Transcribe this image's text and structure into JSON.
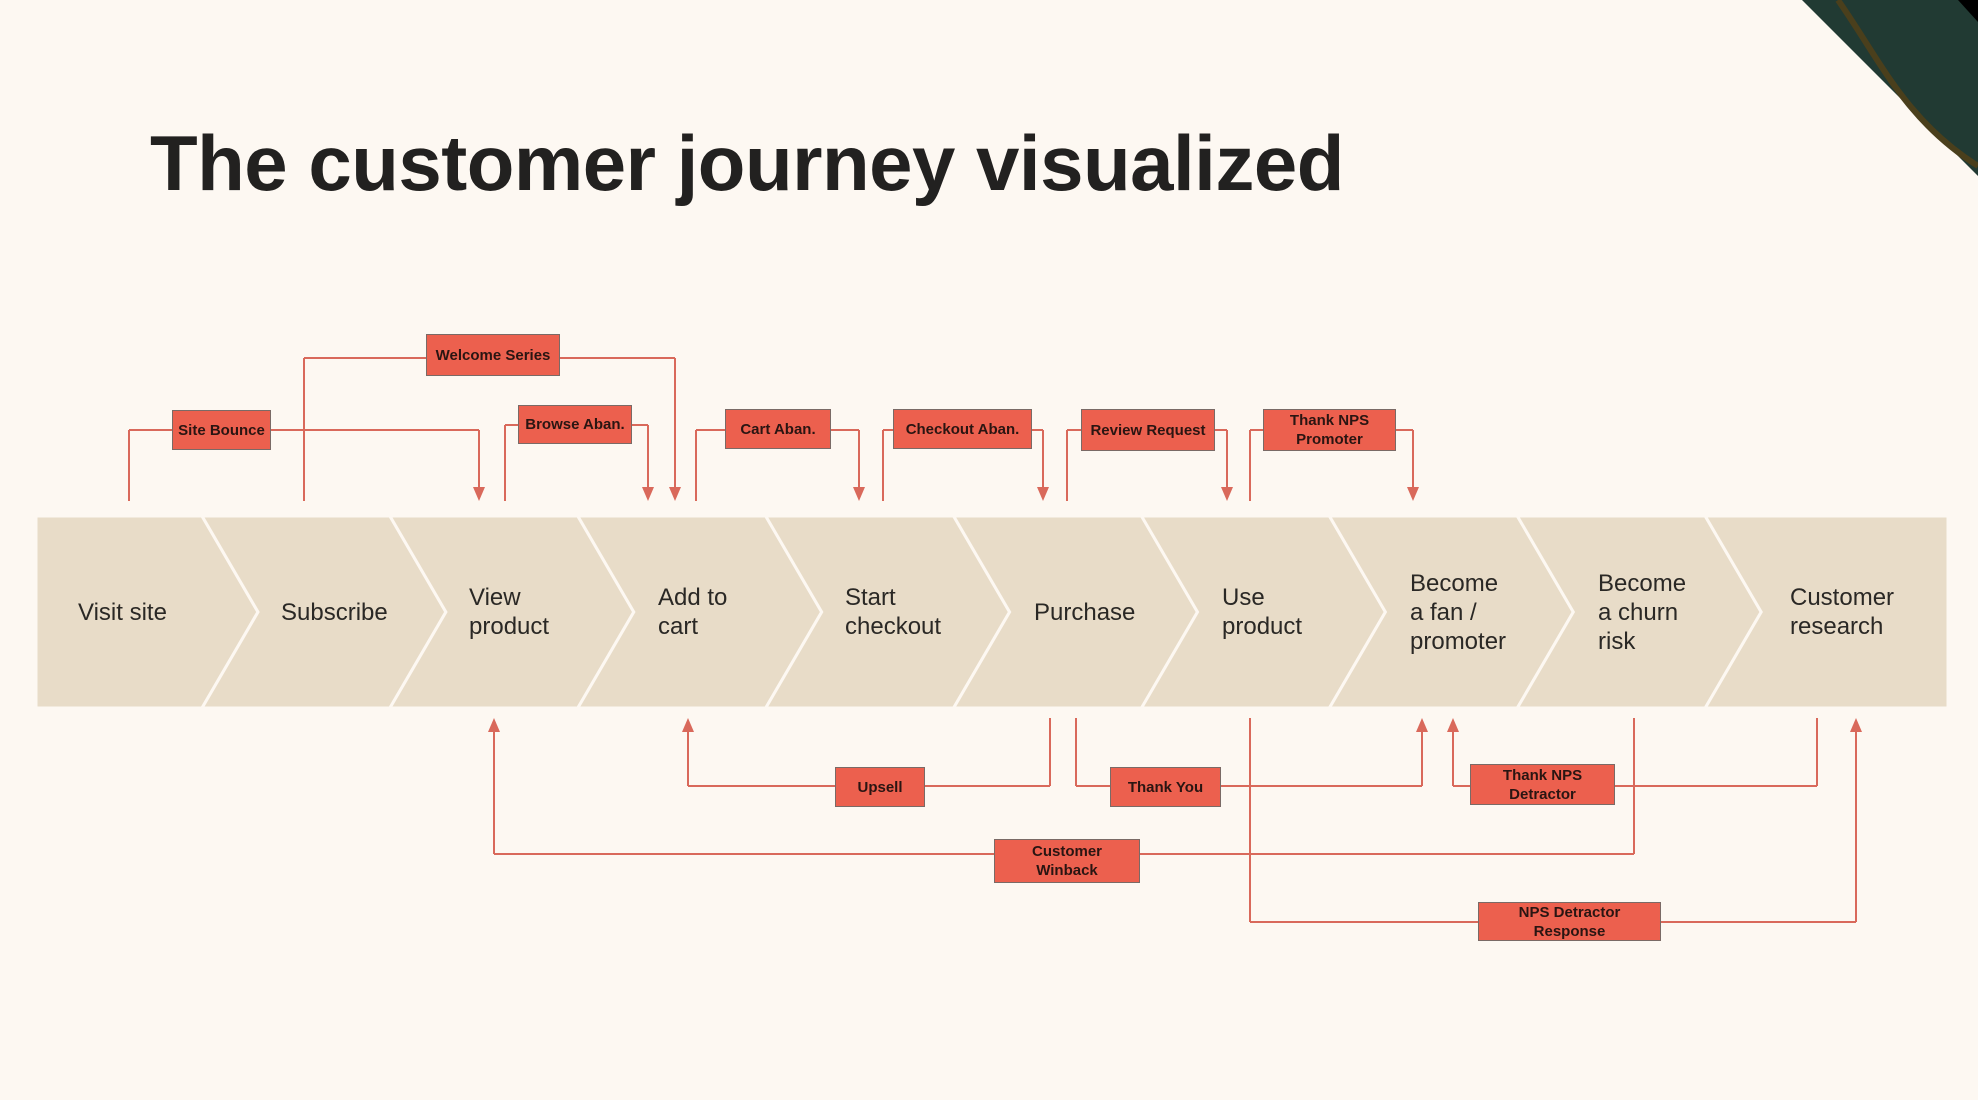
{
  "slide": {
    "title": "The customer journey visualized",
    "colors": {
      "background": "#fdf8f2",
      "stage_fill": "#e8dcc8",
      "stage_divider": "#fdf8f2",
      "flow_box": "#ec604e",
      "connector": "#d9695b",
      "corner_accent": "#213a33",
      "corner_stroke": "#4a3f1c"
    }
  },
  "stages": [
    {
      "id": "visit",
      "label": "Visit site"
    },
    {
      "id": "subscribe",
      "label": "Subscribe"
    },
    {
      "id": "view",
      "label": "View\nproduct"
    },
    {
      "id": "cart",
      "label": "Add to\ncart"
    },
    {
      "id": "checkout",
      "label": "Start\ncheckout"
    },
    {
      "id": "purchase",
      "label": "Purchase"
    },
    {
      "id": "use",
      "label": "Use\nproduct"
    },
    {
      "id": "fan",
      "label": "Become\na fan /\npromoter"
    },
    {
      "id": "churn",
      "label": "Become\na churn\nrisk"
    },
    {
      "id": "research",
      "label": "Customer\nresearch"
    }
  ],
  "flows_above": [
    {
      "label": "Site Bounce",
      "from": "visit",
      "to": "view"
    },
    {
      "label": "Welcome Series",
      "from": "subscribe",
      "to": "cart"
    },
    {
      "label": "Browse Aban.",
      "from": "view",
      "to": "cart"
    },
    {
      "label": "Cart Aban.",
      "from": "cart",
      "to": "checkout"
    },
    {
      "label": "Checkout Aban.",
      "from": "checkout",
      "to": "purchase"
    },
    {
      "label": "Review Request",
      "from": "purchase",
      "to": "use"
    },
    {
      "label": "Thank NPS\nPromoter",
      "from": "use",
      "to": "fan"
    }
  ],
  "flows_below": [
    {
      "label": "Upsell",
      "from": "purchase",
      "to": "cart"
    },
    {
      "label": "Thank You",
      "from": "purchase",
      "to": "fan"
    },
    {
      "label": "Thank NPS\nDetractor",
      "from": "research",
      "to": "fan"
    },
    {
      "label": "Customer\nWinback",
      "from": "churn",
      "to": "view"
    },
    {
      "label": "NPS Detractor\nResponse",
      "from": "use",
      "to": "research"
    }
  ]
}
